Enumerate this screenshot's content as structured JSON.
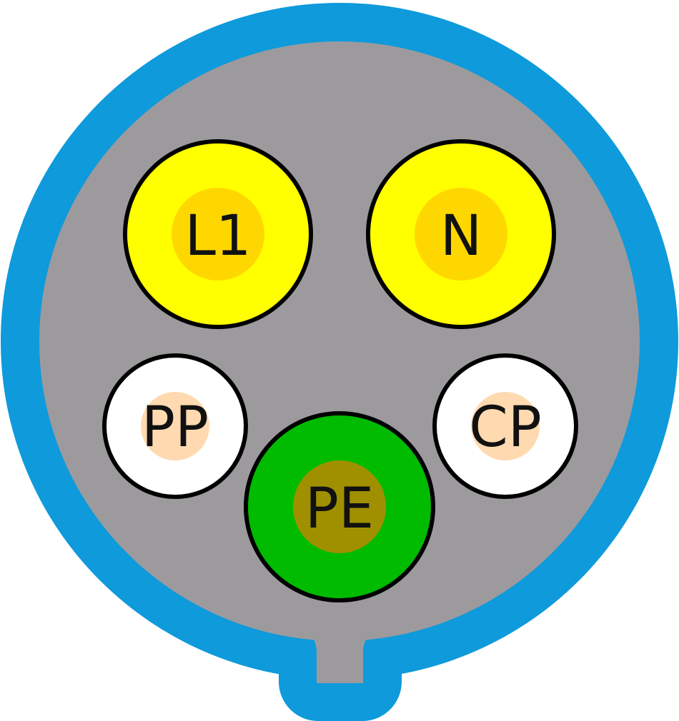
{
  "colors": {
    "shell": "#0E9ADB",
    "face": "#9D9A9E",
    "outline": "#000000",
    "power_pin": "#FFFF00",
    "power_pin_core": "#FFD700",
    "signal_pin": "#FFFFFF",
    "signal_pin_core": "#FFDAB0",
    "earth_pin": "#00BB00",
    "earth_pin_core": "#A09000"
  },
  "pins": {
    "l1": {
      "label": "L1"
    },
    "n": {
      "label": "N"
    },
    "pp": {
      "label": "PP"
    },
    "cp": {
      "label": "CP"
    },
    "pe": {
      "label": "PE"
    }
  }
}
